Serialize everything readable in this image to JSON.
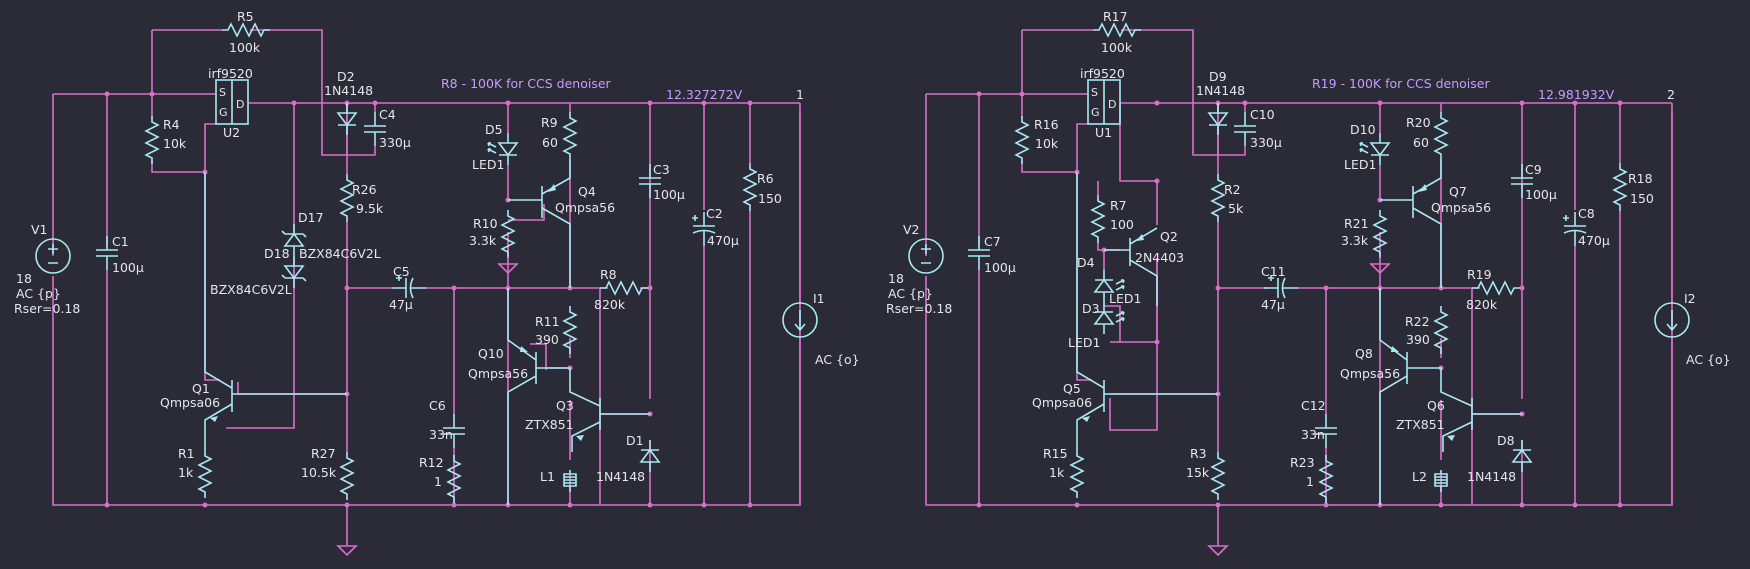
{
  "circuits": [
    {
      "id": "left",
      "labels": {
        "R5": "R5",
        "R5v": "100k",
        "U2t": "irf9520",
        "U2": "U2",
        "R4": "R4",
        "R4v": "10k",
        "D2": "D2",
        "D2v": "1N4148",
        "C4": "C4",
        "C4v": "330µ",
        "note": "R8 - 100K for CCS denoiser",
        "volt": "12.327272V",
        "node": "1",
        "D5": "D5",
        "D5v": "LED1",
        "R9": "R9",
        "R9v": "60",
        "Q4": "Q4",
        "Q4v": "Qmpsa56",
        "R10": "R10",
        "R10v": "3.3k",
        "C3": "C3",
        "C3v": "100µ",
        "R6": "R6",
        "R6v": "150",
        "C2": "C2",
        "C2v": "470µ",
        "R26": "R26",
        "R26v": "9.5k",
        "D17": "D17",
        "D17v": "BZX84C6V2L",
        "D18": "D18",
        "D18v": "BZX84C6V2L",
        "V1": "V1",
        "V1a": "18",
        "V1b": "AC {p}",
        "V1c": "Rser=0.18",
        "C1": "C1",
        "C1v": "100µ",
        "C5": "C5",
        "C5v": "47µ",
        "R8": "R8",
        "R8v": "820k",
        "I1": "I1",
        "I1v": "AC {o}",
        "R11": "R11",
        "R11v": "390",
        "Q10": "Q10",
        "Q10v": "Qmpsa56",
        "Q1": "Q1",
        "Q1v": "Qmpsa06",
        "Q3": "Q3",
        "Q3v": "ZTX851",
        "C6": "C6",
        "C6v": "33n",
        "R1": "R1",
        "R1v": "1k",
        "R27": "R27",
        "R27v": "10.5k",
        "R12": "R12",
        "R12v": "1",
        "L1": "L1",
        "D1": "D1",
        "D1v": "1N4148"
      }
    },
    {
      "id": "right",
      "labels": {
        "R17": "R17",
        "R17v": "100k",
        "U1t": "irf9520",
        "U1": "U1",
        "R16": "R16",
        "R16v": "10k",
        "D9": "D9",
        "D9v": "1N4148",
        "C10": "C10",
        "C10v": "330µ",
        "note": "R19 - 100K for CCS denoiser",
        "volt": "12.981932V",
        "node": "2",
        "D10": "D10",
        "D10v": "LED1",
        "R20": "R20",
        "R20v": "60",
        "Q7": "Q7",
        "Q7v": "Qmpsa56",
        "R21": "R21",
        "R21v": "3.3k",
        "C9": "C9",
        "C9v": "100µ",
        "R18": "R18",
        "R18v": "150",
        "C8": "C8",
        "C8v": "470µ",
        "R2": "R2",
        "R2v": "5k",
        "R7": "R7",
        "R7v": "100",
        "Q2": "Q2",
        "Q2v": "2N4403",
        "D4": "D4",
        "D4v": "LED1",
        "D3": "D3",
        "D3v": "LED1",
        "V2": "V2",
        "V2a": "18",
        "V2b": "AC {p}",
        "V2c": "Rser=0.18",
        "C7": "C7",
        "C7v": "100µ",
        "C11": "C11",
        "C11v": "47µ",
        "R19": "R19",
        "R19v": "820k",
        "I2": "I2",
        "I2v": "AC {o}",
        "R22": "R22",
        "R22v": "390",
        "Q8": "Q8",
        "Q8v": "Qmpsa56",
        "Q5": "Q5",
        "Q5v": "Qmpsa06",
        "Q6": "Q6",
        "Q6v": "ZTX851",
        "C12": "C12",
        "C12v": "33n",
        "R15": "R15",
        "R15v": "1k",
        "R3": "R3",
        "R3v": "15k",
        "R23": "R23",
        "R23v": "1",
        "L2": "L2",
        "D8": "D8",
        "D8v": "1N4148"
      }
    }
  ],
  "mosfet_pins": {
    "s": "S",
    "g": "G",
    "d": "D"
  },
  "colors": {
    "background": "#2a2b36",
    "wire": "#d96fc9",
    "component": "#a9e8f2",
    "label": "#e6e6ea",
    "annotation": "#c79bff"
  }
}
